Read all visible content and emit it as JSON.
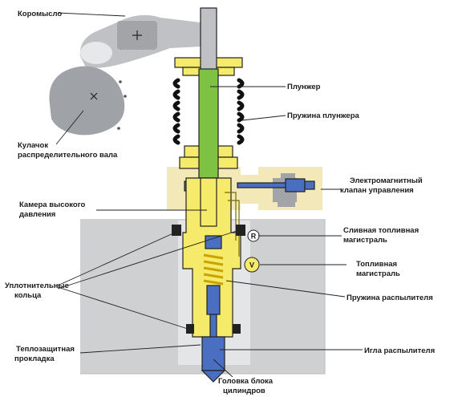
{
  "labels": {
    "rocker": "Коромысло",
    "cam_line1": "Кулачок",
    "cam_line2": "распределительного вала",
    "plunger": "Плунжер",
    "plunger_spring": "Пружина плунжера",
    "hp_chamber_line1": "Камера высокого",
    "hp_chamber_line2": "давления",
    "solenoid_line1": "Электромагнитный",
    "solenoid_line2": "клапан управления",
    "return_line1": "Сливная топливная",
    "return_line2": "магистраль",
    "seals_line1": "Уплотнительные",
    "seals_line2": "кольца",
    "fuel_line1": "Топливная",
    "fuel_line2": "магистраль",
    "nozzle_spring": "Пружина распылителя",
    "heat_gasket_line1": "Теплозащитная",
    "heat_gasket_line2": "прокладка",
    "nozzle_needle": "Игла распылителя",
    "head_line1": "Головка блока",
    "head_line2": "цилиндров"
  },
  "markers": {
    "return_marker": "R",
    "supply_marker": "V"
  },
  "colors": {
    "plunger": "#7dc242",
    "high_pressure": "#f5ea6a",
    "needle": "#4a6fc0",
    "solenoid_block": "#f3e9b8",
    "cylinder_head": "#cfd0d2",
    "rocker": "#bfc1c4",
    "cam": "#9fa2a6",
    "background": "#ffffff"
  }
}
